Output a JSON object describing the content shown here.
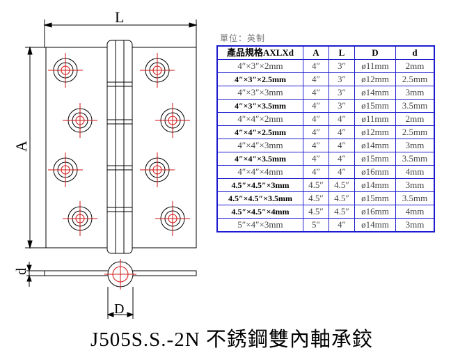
{
  "drawing": {
    "label_L": "L",
    "label_A": "A",
    "label_d": "d",
    "label_D": "D"
  },
  "unit_note": "單位：英制",
  "table": {
    "headers": [
      "產品規格AXLXd",
      "A",
      "L",
      "D",
      "d"
    ],
    "rows": [
      {
        "spec": "4″×3″×2mm",
        "A": "4″",
        "L": "3″",
        "D": "ø11mm",
        "d": "2mm",
        "bold": false
      },
      {
        "spec": "4″×3″×2.5mm",
        "A": "4″",
        "L": "3″",
        "D": "ø12mm",
        "d": "2.5mm",
        "bold": true
      },
      {
        "spec": "4″×3″×3mm",
        "A": "4″",
        "L": "3″",
        "D": "ø14mm",
        "d": "3mm",
        "bold": false
      },
      {
        "spec": "4″×3″×3.5mm",
        "A": "4″",
        "L": "3″",
        "D": "ø15mm",
        "d": "3.5mm",
        "bold": true
      },
      {
        "spec": "4″×4″×2mm",
        "A": "4″",
        "L": "4″",
        "D": "ø11mm",
        "d": "2mm",
        "bold": false
      },
      {
        "spec": "4″×4″×2.5mm",
        "A": "4″",
        "L": "4″",
        "D": "ø12mm",
        "d": "2.5mm",
        "bold": true
      },
      {
        "spec": "4″×4″×3mm",
        "A": "4″",
        "L": "4″",
        "D": "ø14mm",
        "d": "3mm",
        "bold": false
      },
      {
        "spec": "4″×4″×3.5mm",
        "A": "4″",
        "L": "4″",
        "D": "ø15mm",
        "d": "3.5mm",
        "bold": true
      },
      {
        "spec": "4″×4″×4mm",
        "A": "4″",
        "L": "4″",
        "D": "ø16mm",
        "d": "4mm",
        "bold": false
      },
      {
        "spec": "4.5″×4.5″×3mm",
        "A": "4.5″",
        "L": "4.5″",
        "D": "ø14mm",
        "d": "3mm",
        "bold": true
      },
      {
        "spec": "4.5″×4.5″×3.5mm",
        "A": "4.5″",
        "L": "4.5″",
        "D": "ø15mm",
        "d": "3.5mm",
        "bold": true
      },
      {
        "spec": "4.5″×4.5″×4mm",
        "A": "4.5″",
        "L": "4.5″",
        "D": "ø16mm",
        "d": "4mm",
        "bold": true
      },
      {
        "spec": "5″×4″×3mm",
        "A": "5″",
        "L": "4″",
        "D": "ø14mm",
        "d": "3mm",
        "bold": false
      }
    ]
  },
  "caption": "J505S.S.-2N 不銹鋼雙內軸承鉸",
  "colors": {
    "outline": "#000000",
    "hole": "#d01010",
    "table_border": "#1c1ccf"
  }
}
